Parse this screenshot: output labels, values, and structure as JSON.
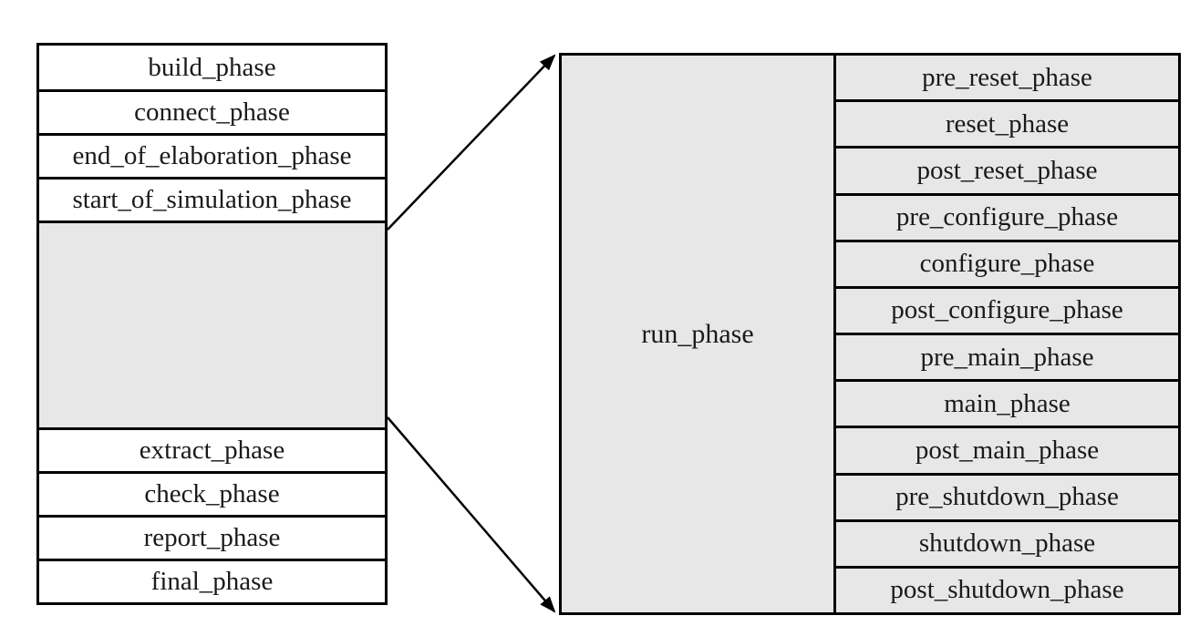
{
  "diagram": {
    "left_table": {
      "top_phases": [
        "build_phase",
        "connect_phase",
        "end_of_elaboration_phase",
        "start_of_simulation_phase"
      ],
      "bottom_phases": [
        "extract_phase",
        "check_phase",
        "report_phase",
        "final_phase"
      ]
    },
    "right_table": {
      "main_label": "run_phase",
      "sub_phases": [
        "pre_reset_phase",
        "reset_phase",
        "post_reset_phase",
        "pre_configure_phase",
        "configure_phase",
        "post_configure_phase",
        "pre_main_phase",
        "main_phase",
        "post_main_phase",
        "pre_shutdown_phase",
        "shutdown_phase",
        "post_shutdown_phase"
      ]
    },
    "colors": {
      "background": "#ffffff",
      "cell_fill_white": "#ffffff",
      "cell_fill_gray": "#e7e7e7",
      "border": "#000000",
      "text": "#1a1a1a"
    }
  }
}
